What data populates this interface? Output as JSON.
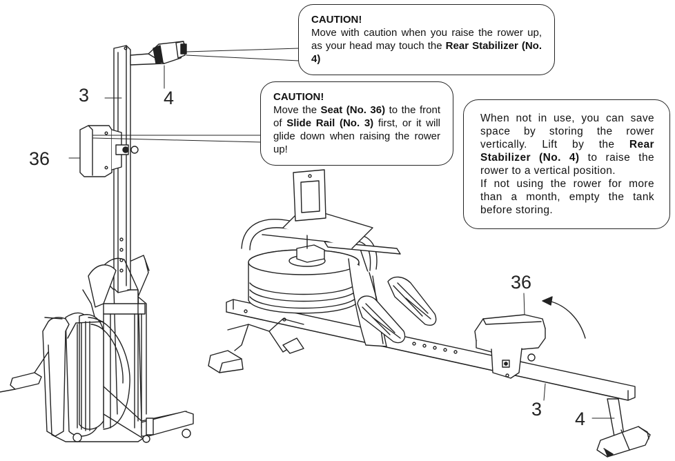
{
  "colors": {
    "line": "#222222",
    "background": "#ffffff"
  },
  "callouts": {
    "raise_caution": {
      "heading": "CAUTION!",
      "text_a": "Move with caution when you raise the rower up, as your head may touch the ",
      "bold_a": "Rear Stabilizer (No. 4)",
      "text_b": ""
    },
    "seat_caution": {
      "heading": "CAUTION!",
      "text_a": "Move the ",
      "bold_a": "Seat (No. 36)",
      "text_b": " to the front of ",
      "bold_b": "Slide Rail (No. 3)",
      "text_c": " first, or it will glide down when raising the rower up!"
    },
    "storage": {
      "text_a": "When not in use, you can save space by storing the rower vertically. Lift by the ",
      "bold_a": "Rear Stabilizer (No. 4)",
      "text_b": " to raise the rower to a vertical position.",
      "text_c": "If not using the rower for more than a month, empty the tank before storing."
    }
  },
  "part_numbers": {
    "vertical_rail": "3",
    "vertical_stabilizer": "4",
    "vertical_seat": "36",
    "flat_seat": "36",
    "flat_rail": "3",
    "flat_stabilizer": "4"
  }
}
